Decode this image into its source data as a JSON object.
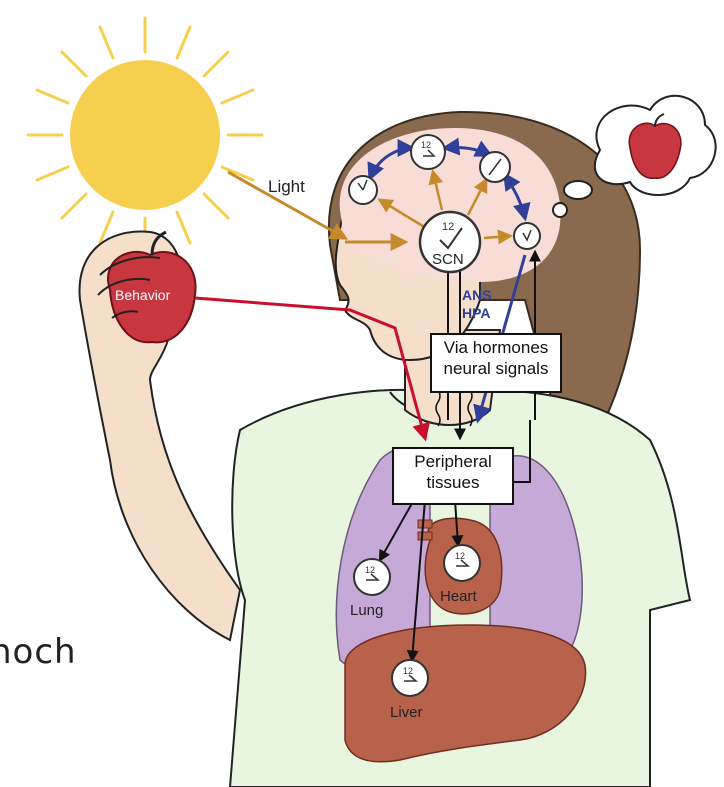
{
  "labels": {
    "light": "Light",
    "behavior": "Behavior",
    "scn": "SCN",
    "ans": "ANS",
    "hpa": "HPA",
    "via_line1": "Via hormones",
    "via_line2": "neural signals",
    "peripheral_line1": "Peripheral",
    "peripheral_line2": "tissues",
    "lung": "Lung",
    "heart": "Heart",
    "liver": "Liver",
    "clock_twelve": "12"
  },
  "stray_text": "noch",
  "colors": {
    "sun": "#f6cf4e",
    "light_arrow": "#c48a2b",
    "behavior_arrow": "#c8102e",
    "ans_arrow": "#2f3f9a",
    "brain": "#f7ddd6",
    "hair": "#8a6a4f",
    "skin": "#f6dfca",
    "shirt": "#e8f6e0",
    "lungs": "#c7a9d8",
    "organ": "#b8624c",
    "apple": "#c8363f"
  },
  "icons": [
    "sun-icon",
    "apple-icon",
    "thought-bubble-icon",
    "clock-icon"
  ]
}
